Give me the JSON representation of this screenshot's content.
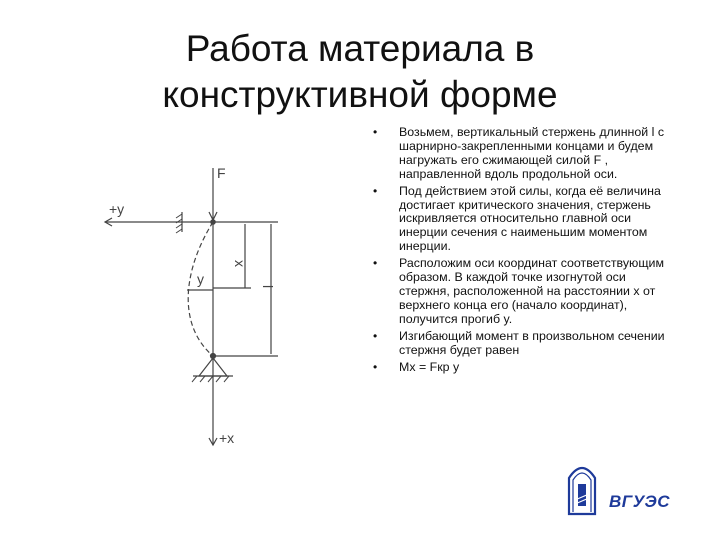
{
  "slide": {
    "title_line1": "Работа материала в",
    "title_line2": "конструктивной форме"
  },
  "diagram": {
    "label_F": "F",
    "label_y_top": "+y",
    "label_x_bottom": "+x",
    "label_y_mid": "y",
    "label_x_dim": "x",
    "label_l_dim": "l",
    "line_color": "#444444"
  },
  "bullets": [
    "Возьмем,  вертикальный стержень длинной l с шарнирно-закрепленными концами и будем нагружать его сжимающей силой F , направленной вдоль продольной оси.",
    "Под действием этой силы, когда её величина достигает критического значения, стержень искривляется относительно главной оси инерции сечения с наименьшим моментом инерции.",
    "Расположим оси координат соответствующим образом. В каждой точке изогнутой оси стержня, расположенной на расстоянии x от верхнего конца его (начало координат), получится прогиб y.",
    "Изгибающий момент в произвольном сечении стержня будет равен",
    "Mx = Fкр y"
  ],
  "logo": {
    "text": "ВГУЭС",
    "icon": "university-emblem-icon",
    "color": "#1e3a9a"
  }
}
